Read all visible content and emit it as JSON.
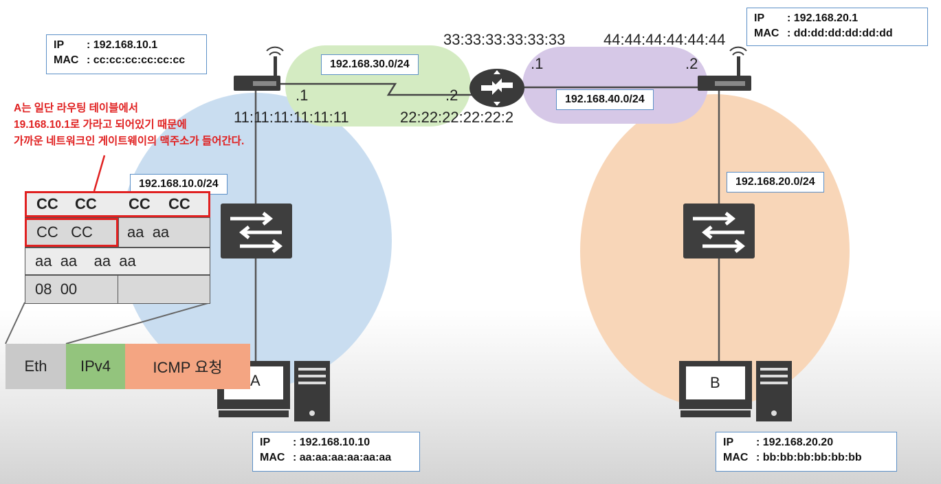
{
  "router_a": {
    "ip_label": "IP",
    "ip_value": ": 192.168.10.1",
    "mac_label": "MAC",
    "mac_value": ": cc:cc:cc:cc:cc:cc"
  },
  "router_b": {
    "ip_label": "IP",
    "ip_value": ": 192.168.20.1",
    "mac_label": "MAC",
    "mac_value": ": dd:dd:dd:dd:dd:dd"
  },
  "host_a": {
    "name": "A",
    "ip_label": "IP",
    "ip_value": ": 192.168.10.10",
    "mac_label": "MAC",
    "mac_value": ": aa:aa:aa:aa:aa:aa"
  },
  "host_b": {
    "name": "B",
    "ip_label": "IP",
    "ip_value": ": 192.168.20.20",
    "mac_label": "MAC",
    "mac_value": ": bb:bb:bb:bb:bb:bb"
  },
  "networks": {
    "net_30": "192.168.30.0/24",
    "net_40": "192.168.40.0/24",
    "net_10": "192.168.10.0/24",
    "net_20": "192.168.20.0/24"
  },
  "interfaces": {
    "left_router_dot": ".1",
    "left_router_mac": "11:11:11:11:11:11",
    "center_left_dot": ".2",
    "center_left_mac": "22:22:22:22:22:2",
    "center_right_dot": ".1",
    "center_right_mac": "33:33:33:33:33:33",
    "right_router_dot": ".2",
    "right_router_mac": "44:44:44:44:44:44"
  },
  "annotation": {
    "line1": "A는 일단 라우팅 테이블에서",
    "line2": "19.168.10.1로 가라고 되어있기 때문에",
    "line3": "가까운 네트워크인 게이트웨이의 맥주소가 들어간다."
  },
  "frame": {
    "row1": [
      "CC",
      "CC",
      "CC",
      "CC"
    ],
    "row2_left": "CC   CC",
    "row2_right": "aa  aa",
    "row3": "aa  aa    aa  aa",
    "row4_left": "08  00"
  },
  "packet": {
    "eth": "Eth",
    "ipv4": "IPv4",
    "icmp": "ICMP 요청"
  },
  "colors": {
    "net10_fill": "#c7dcf0",
    "net20_fill": "#f8d5b5",
    "net30_fill": "#d3ebc1",
    "net40_fill": "#d5c6e6",
    "highlight": "#e02020",
    "eth": "#c9c9c9",
    "ipv4": "#93c47d",
    "icmp": "#f4a582"
  }
}
